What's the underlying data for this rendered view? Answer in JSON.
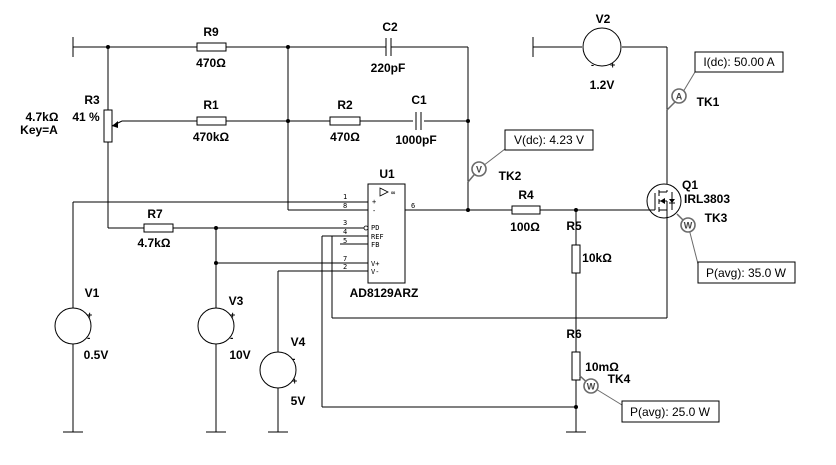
{
  "components": {
    "R9": {
      "name": "R9",
      "value": "470Ω"
    },
    "C2": {
      "name": "C2",
      "value": "220pF"
    },
    "R1": {
      "name": "R1",
      "value": "470kΩ"
    },
    "R2": {
      "name": "R2",
      "value": "470Ω"
    },
    "C1": {
      "name": "C1",
      "value": "1000pF"
    },
    "R3": {
      "name": "R3",
      "value": "4.7kΩ",
      "percent": "41 %",
      "key": "Key=A"
    },
    "R7": {
      "name": "R7",
      "value": "4.7kΩ"
    },
    "R4": {
      "name": "R4",
      "value": "100Ω"
    },
    "R5": {
      "name": "R5",
      "value": "10kΩ"
    },
    "R6": {
      "name": "R6",
      "value": "10mΩ"
    },
    "U1": {
      "name": "U1",
      "part": "AD8129ARZ"
    },
    "Q1": {
      "name": "Q1",
      "part": "IRL3803"
    },
    "V1": {
      "name": "V1",
      "value": "0.5V"
    },
    "V2": {
      "name": "V2",
      "value": "1.2V"
    },
    "V3": {
      "name": "V3",
      "value": "10V"
    },
    "V4": {
      "name": "V4",
      "value": "5V"
    }
  },
  "opamp_pins": {
    "p1": "1",
    "p8": "8",
    "p3": "3",
    "p4": "4",
    "p5": "5",
    "p7": "7",
    "p2": "2",
    "p6": "6",
    "pd": "PD",
    "ref": "REF",
    "fb": "FB",
    "vplus": "V+",
    "vminus": "V-",
    "plus": "+",
    "minus": "-",
    "inf": "∞"
  },
  "source_signs": {
    "plus": "+",
    "minus": "-"
  },
  "probes": {
    "TK1": {
      "tag": "TK1",
      "icon": "A",
      "reading": "I(dc): 50.00 A"
    },
    "TK2": {
      "tag": "TK2",
      "icon": "V",
      "reading": "V(dc): 4.23 V"
    },
    "TK3": {
      "tag": "TK3",
      "icon": "W",
      "reading": "P(avg): 35.0 W"
    },
    "TK4": {
      "tag": "TK4",
      "icon": "W",
      "reading": "P(avg): 25.0 W"
    }
  }
}
